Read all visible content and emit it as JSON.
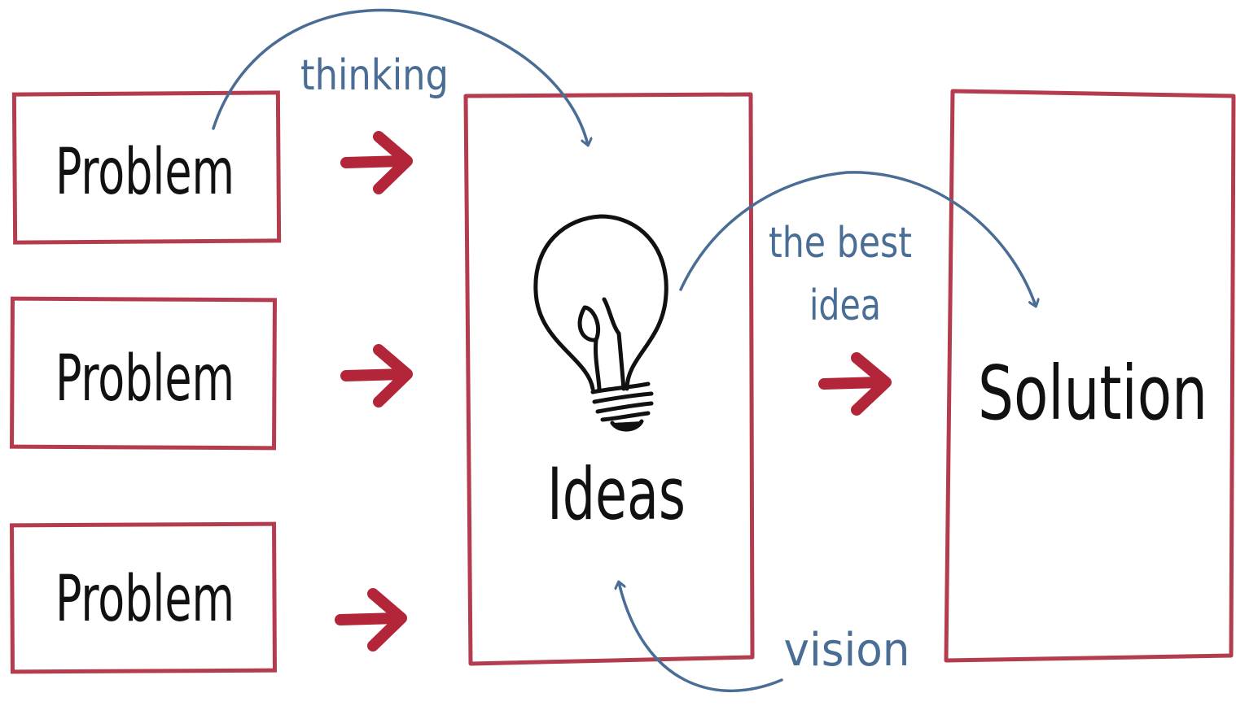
{
  "diagram": {
    "problems": [
      {
        "label": "Problem"
      },
      {
        "label": "Problem"
      },
      {
        "label": "Problem"
      }
    ],
    "ideas": {
      "label": "Ideas",
      "icon": "lightbulb-icon"
    },
    "solution": {
      "label": "Solution"
    },
    "notes": {
      "thinking": "thinking",
      "best_idea_line1": "the best",
      "best_idea_line2": "idea",
      "vision": "vision"
    },
    "colors": {
      "box_border": "#b43c4e",
      "arrow": "#b3263a",
      "note": "#4a6d96",
      "text": "#111111"
    }
  }
}
